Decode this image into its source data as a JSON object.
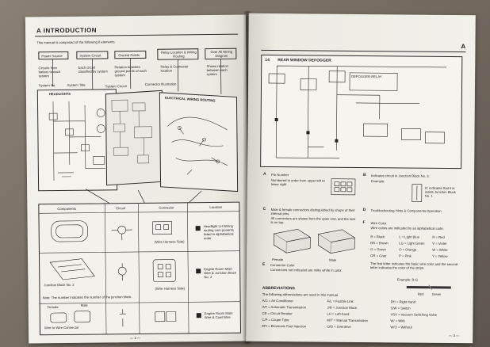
{
  "left_page": {
    "section_title": "A  INTRODUCTION",
    "intro_line": "This manual is composed of the following 8 elements.",
    "element_boxes": [
      "Power Source",
      "System Circuit",
      "Ground Points",
      "Relay Location & Wiring Routing",
      "Over All Wiring Diagram"
    ],
    "element_descs": [
      "Circuits from battery to each system",
      "Each circuit classified by system",
      "Relation between ground points of each system",
      "Relay & Connector location",
      "Shows relation between each system"
    ],
    "labels_row": [
      "System No.",
      "System Title",
      "System Circuit",
      "Connector Illustration"
    ],
    "headlights_title": "HEADLIGHTS",
    "routing_title": "ELECTRICAL WIRING ROUTING",
    "table": {
      "headers": [
        "Components",
        "Circuit",
        "Connector",
        "Location"
      ],
      "rows": [
        {
          "circuit_caption": "",
          "connector_caption": "(Wire Harness Side)",
          "location_caption": "Headlight LH Wiring routing com-ponents listed in alphabetical order"
        },
        {
          "component_caption": "Junction Block No. 2",
          "note": "Note: The number indicates the number of the junction block.",
          "connector_caption": "(Wire Harness Side)",
          "location_caption": "Engine Room Main Wire & Junction Block No. 2"
        },
        {
          "component_caption": "Wire to Wire Connector",
          "female": "Female",
          "male": "Male",
          "location_caption": "Engine Room Main Wire & Cowl Wire"
        }
      ]
    },
    "page_marker": "— 2 —"
  },
  "right_page": {
    "corner_letter": "A",
    "section_title": "REAR WINDOW DEFOGGER",
    "section_number": "14",
    "relay_label": "DEFOGGER RELAY",
    "items": [
      {
        "letter": "A",
        "title": "Pin Number",
        "text": "Numbered in order from upper left to lower right"
      },
      {
        "letter": "B",
        "title": "Indicates circuit in Junction Block No. 3.",
        "text": "Example:"
      },
      {
        "letter": "C",
        "title": "Male & female connectors distinguished by shape of their internal pins.",
        "text": "All connectors are shown from the open end, and the lock is on top."
      },
      {
        "letter": "D",
        "title": "Troubleshooting Hints & Components Operation",
        "text": ""
      },
      {
        "letter": "E",
        "title": "Connector Color",
        "text": "Connectors not indicated are milky white in color."
      },
      {
        "letter": "F",
        "title": "Wire Color",
        "text": "Wire colors are indicated by an alphabetical code."
      }
    ],
    "ic_note": "IC indicates that it is inside Junction Block No. 1",
    "connector_labels": [
      "Female",
      "Male"
    ],
    "wire_colors": [
      [
        "B = Black",
        "L = Light Blue",
        "R = Red"
      ],
      [
        "BR = Brown",
        "LG = Light Green",
        "V = Violet"
      ],
      [
        "G = Green",
        "O = Orange",
        "W = White"
      ],
      [
        "GR = Gray",
        "P = Pink",
        "Y = Yellow"
      ]
    ],
    "wire_note": "The first letter indicates the basic wire color and the second letter indicates the color of the stripe.",
    "wire_example": "Example: R-G",
    "wire_example_labels": [
      "Red",
      "Green"
    ],
    "abbreviations_title": "ABBREVIATIONS",
    "abbreviations_intro": "The following abbreviations are used in this manual.",
    "abbreviations": [
      [
        "A/C = Air Conditioner",
        "F/L = Fusible Link",
        "RH = Right-hand"
      ],
      [
        "A/T = Automatic Transmission",
        "J/B = Junction Block",
        "S/W = Switch"
      ],
      [
        "CB = Circuit Breaker",
        "LH = Left-hand",
        "VSV = Vacuum Switching Valve"
      ],
      [
        "C/P = Coupe Type",
        "M/T = Manual Transmission",
        "W/ = With"
      ],
      [
        "EFI = Electronic Fuel Injection",
        "O/D = Overdrive",
        "W/O = Without"
      ]
    ],
    "page_marker": "— 3 —"
  }
}
